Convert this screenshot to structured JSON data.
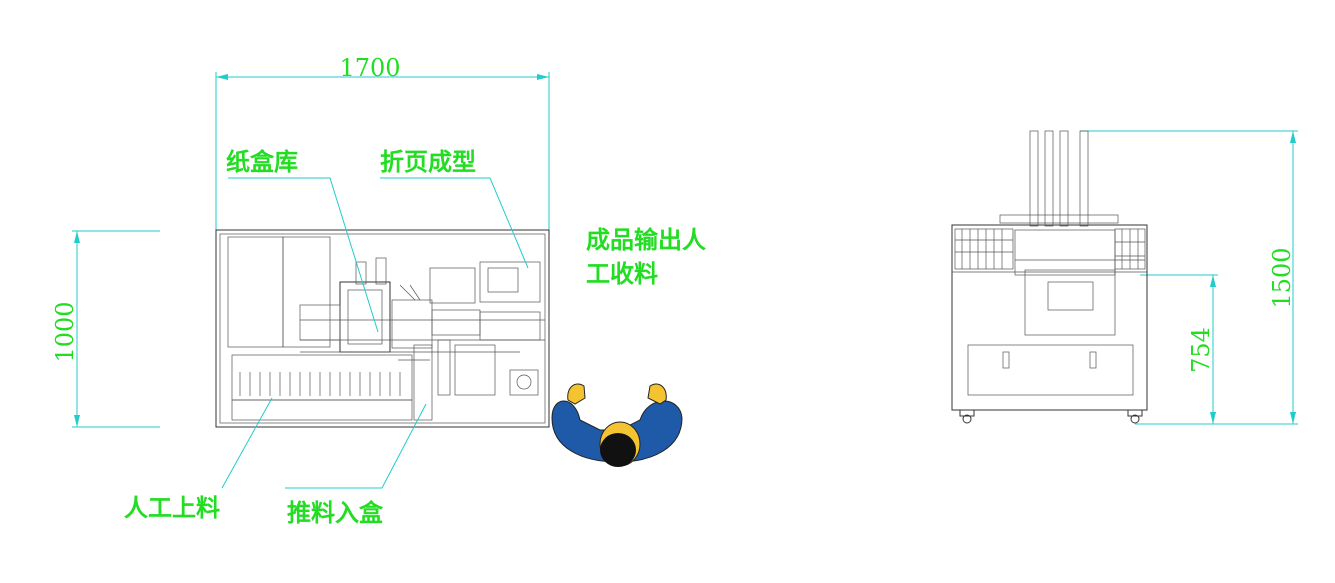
{
  "labels": {
    "carton_magazine": "纸盒库",
    "page_folding": "折页成型",
    "output_line1": "成品输出人",
    "output_line2": "工收料",
    "manual_loading": "人工上料",
    "push_into_box": "推料入盒"
  },
  "dimensions": {
    "length": "1700",
    "width": "1000",
    "height": "1500",
    "table_height": "754"
  },
  "colors": {
    "annotation": "#22dd22",
    "leader": "#22cccc",
    "linework": "#333333",
    "operator_shirt": "#1e5aa8",
    "operator_skin": "#f4c430"
  }
}
